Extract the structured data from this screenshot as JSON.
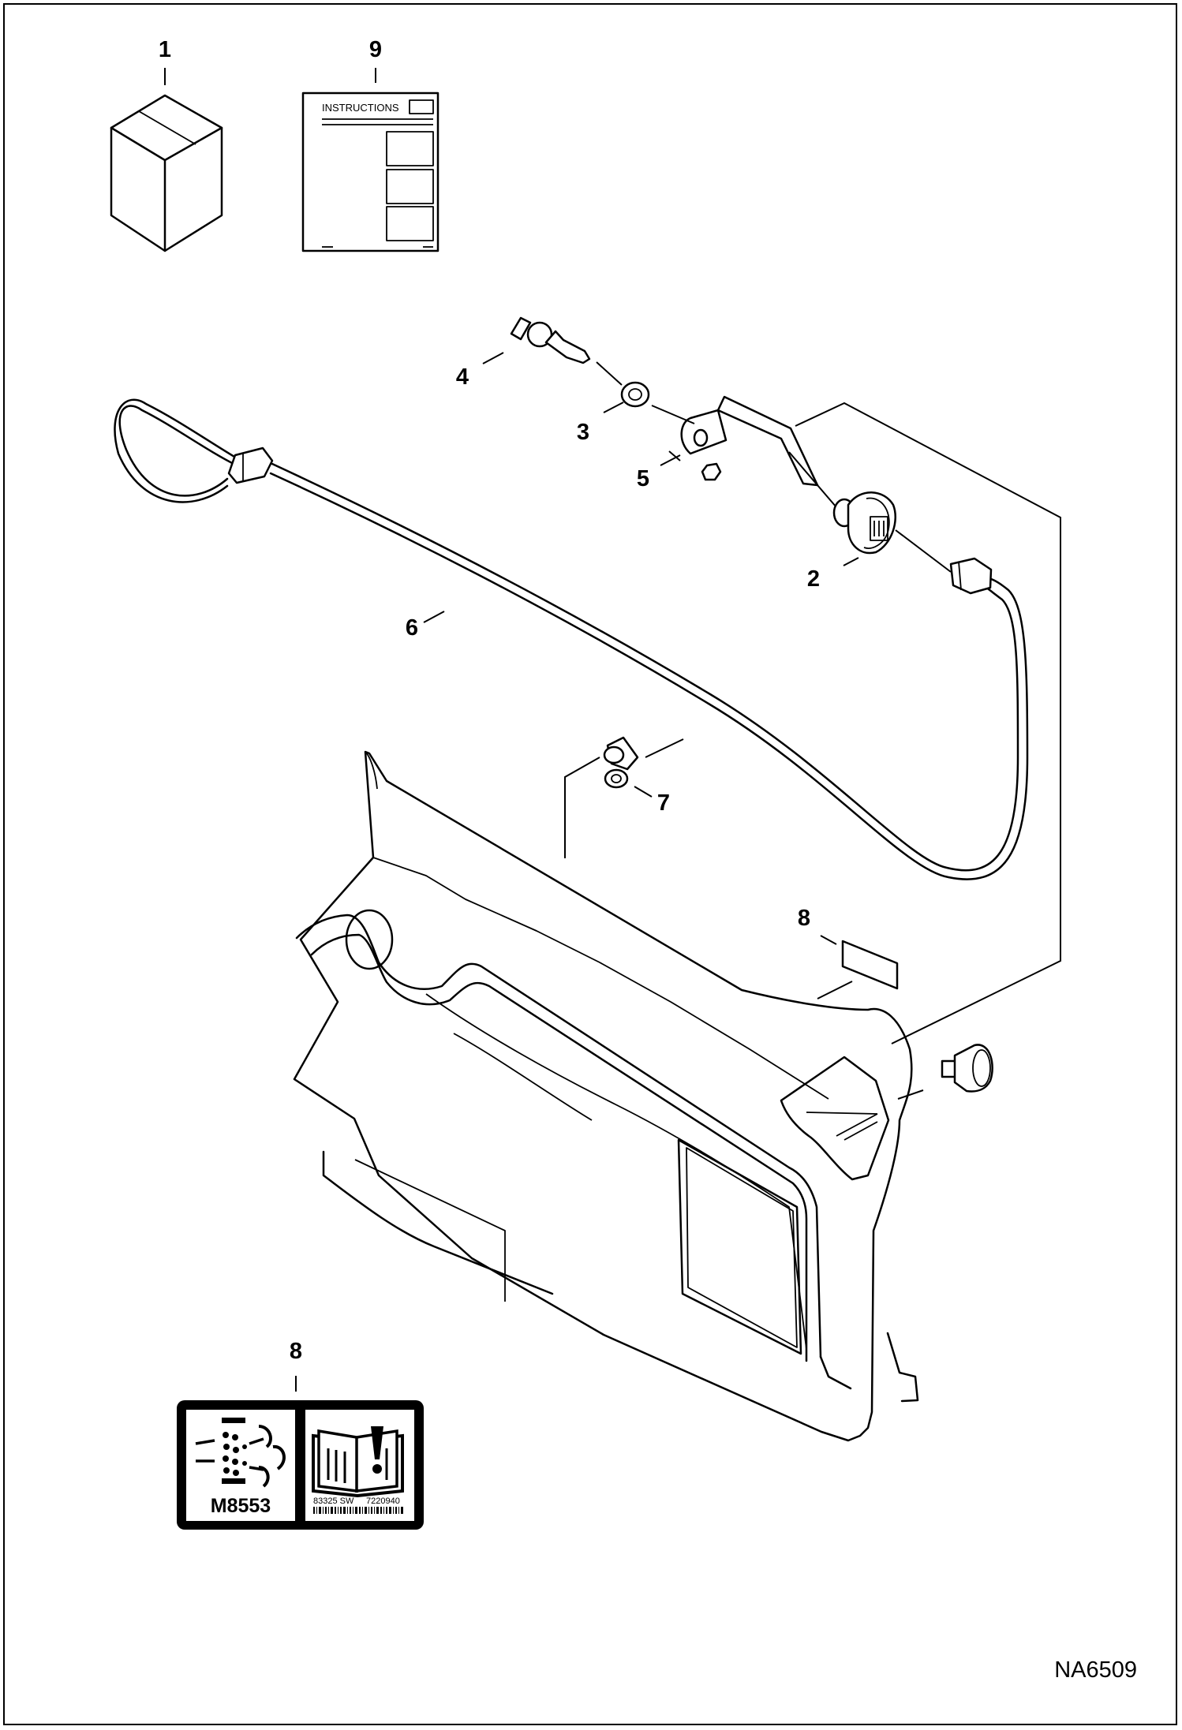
{
  "callouts": {
    "c1": "1",
    "c9": "9",
    "c4": "4",
    "c3": "3",
    "c5": "5",
    "c2": "2",
    "c6": "6",
    "c7": "7",
    "c8_top": "8",
    "c8_bottom": "8"
  },
  "manual_title": "INSTRUCTIONS",
  "decal": {
    "code": "M8553",
    "part_left": "83325 SW",
    "part_right": "7220940"
  },
  "figure_code": "NA6509",
  "icons": [
    "box-kit",
    "instructions-manual",
    "key",
    "nut",
    "bracket",
    "switch",
    "wire-harness",
    "clip",
    "decal",
    "door-panel",
    "bumper",
    "spray-warning",
    "read-manual-warning"
  ]
}
